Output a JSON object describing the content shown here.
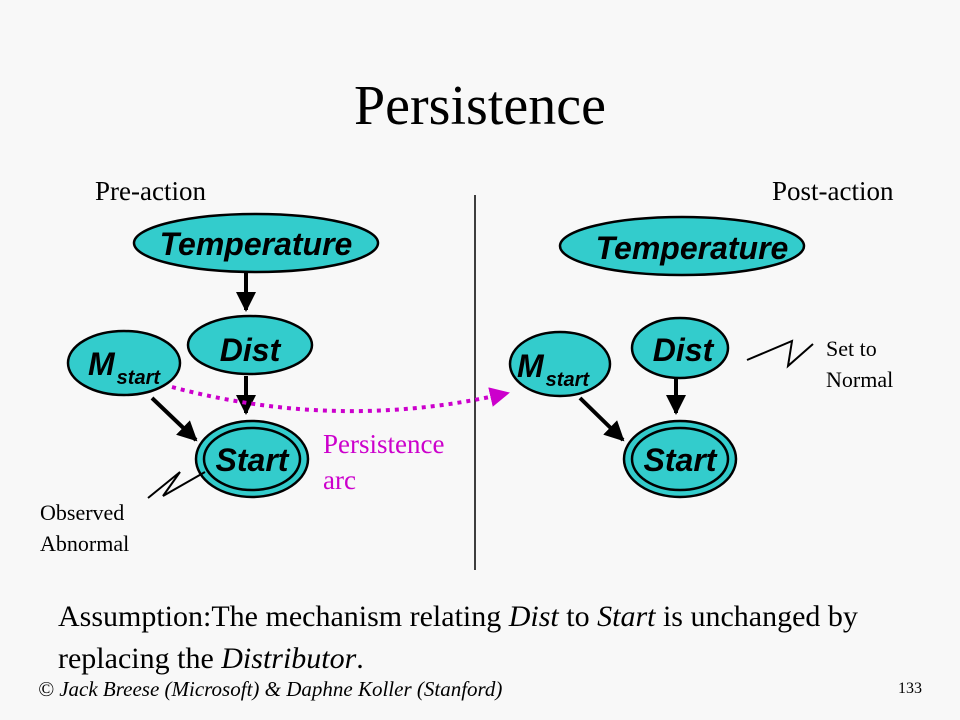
{
  "title": "Persistence",
  "labels": {
    "pre_action": "Pre-action",
    "post_action": "Post-action",
    "persistence_arc_line1": "Persistence",
    "persistence_arc_line2": "arc",
    "observed_line1": "Observed",
    "observed_line2": "Abnormal",
    "set_to_line1": "Set to",
    "set_to_line2": "Normal"
  },
  "nodes": {
    "temperature": "Temperature",
    "dist": "Dist",
    "start": "Start",
    "m_main": "M",
    "m_sub": "start"
  },
  "assumption": {
    "p1": "Assumption:The mechanism relating ",
    "i1": "Dist",
    "p2": " to ",
    "i2": "Start",
    "p3": " is unchanged by replacing the ",
    "i3": "Distributor",
    "p4": "."
  },
  "footer": "© Jack Breese (Microsoft) & Daphne Koller (Stanford)",
  "page_number": "133",
  "colors": {
    "node_fill": "#33cccc",
    "arc_dotted": "#cc00cc",
    "edge": "#000000"
  }
}
